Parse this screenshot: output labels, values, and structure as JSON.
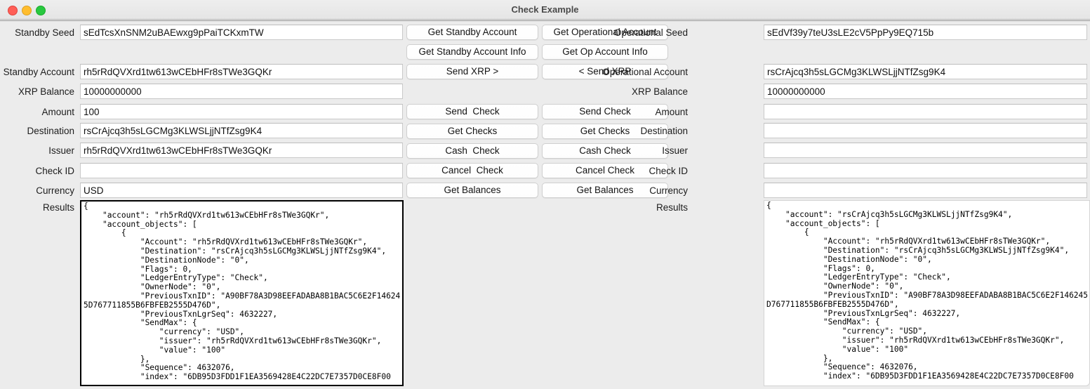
{
  "window": {
    "title": "Check Example",
    "controls": [
      "close",
      "minimize",
      "maximize"
    ]
  },
  "standby": {
    "seed_label": "Standby Seed",
    "seed_value": "sEdTcsXnSNM2uBAEwxg9pPaiTCKxmTW",
    "account_label": "Standby Account",
    "account_value": "rh5rRdQVXrd1tw613wCEbHFr8sTWe3GQKr",
    "balance_label": "XRP Balance",
    "balance_value": "10000000000",
    "amount_label": "Amount",
    "amount_value": "100",
    "destination_label": "Destination",
    "destination_value": "rsCrAjcq3h5sLGCMg3KLWSLjjNTfZsg9K4",
    "issuer_label": "Issuer",
    "issuer_value": "rh5rRdQVXrd1tw613wCEbHFr8sTWe3GQKr",
    "checkid_label": "Check ID",
    "checkid_value": "",
    "currency_label": "Currency",
    "currency_value": "USD",
    "results_label": "Results",
    "results_value": "{\n    \"account\": \"rh5rRdQVXrd1tw613wCEbHFr8sTWe3GQKr\",\n    \"account_objects\": [\n        {\n            \"Account\": \"rh5rRdQVXrd1tw613wCEbHFr8sTWe3GQKr\",\n            \"Destination\": \"rsCrAjcq3h5sLGCMg3KLWSLjjNTfZsg9K4\",\n            \"DestinationNode\": \"0\",\n            \"Flags\": 0,\n            \"LedgerEntryType\": \"Check\",\n            \"OwnerNode\": \"0\",\n            \"PreviousTxnID\": \"A90BF78A3D98EEFADABA8B1BAC5C6E2F146245D767711855B6FBFEB2555D476D\",\n            \"PreviousTxnLgrSeq\": 4632227,\n            \"SendMax\": {\n                \"currency\": \"USD\",\n                \"issuer\": \"rh5rRdQVXrd1tw613wCEbHFr8sTWe3GQKr\",\n                \"value\": \"100\"\n            },\n            \"Sequence\": 4632076,\n            \"index\": \"6DB95D3FDD1F1EA3569428E4C22DC7E7357D0CE8F00"
  },
  "operational": {
    "seed_label": "Operational Seed",
    "seed_value": "sEdVf39y7teU3sLE2cV5PpPy9EQ715b",
    "account_label": "Operational Account",
    "account_value": "rsCrAjcq3h5sLGCMg3KLWSLjjNTfZsg9K4",
    "balance_label": "XRP Balance",
    "balance_value": "10000000000",
    "amount_label": "Amount",
    "amount_value": "",
    "destination_label": "Destination",
    "destination_value": "",
    "issuer_label": "Issuer",
    "issuer_value": "",
    "checkid_label": "Check ID",
    "checkid_value": "",
    "currency_label": "Currency",
    "currency_value": "",
    "results_label": "Results",
    "results_value": "{\n    \"account\": \"rsCrAjcq3h5sLGCMg3KLWSLjjNTfZsg9K4\",\n    \"account_objects\": [\n        {\n            \"Account\": \"rh5rRdQVXrd1tw613wCEbHFr8sTWe3GQKr\",\n            \"Destination\": \"rsCrAjcq3h5sLGCMg3KLWSLjjNTfZsg9K4\",\n            \"DestinationNode\": \"0\",\n            \"Flags\": 0,\n            \"LedgerEntryType\": \"Check\",\n            \"OwnerNode\": \"0\",\n            \"PreviousTxnID\": \"A90BF78A3D98EEFADABA8B1BAC5C6E2F146245D767711855B6FBFEB2555D476D\",\n            \"PreviousTxnLgrSeq\": 4632227,\n            \"SendMax\": {\n                \"currency\": \"USD\",\n                \"issuer\": \"rh5rRdQVXrd1tw613wCEbHFr8sTWe3GQKr\",\n                \"value\": \"100\"\n            },\n            \"Sequence\": 4632076,\n            \"index\": \"6DB95D3FDD1F1EA3569428E4C22DC7E7357D0CE8F00"
  },
  "buttons": {
    "left": [
      "Get Standby Account",
      "Get Standby Account Info",
      "Send XRP >",
      "Send  Check",
      "Get Checks",
      "Cash  Check",
      "Cancel  Check",
      "Get Balances"
    ],
    "right": [
      "Get Operational Account",
      "Get Op Account Info",
      "< Send XRP",
      "Send Check",
      "Get Checks",
      "Cash Check",
      "Cancel Check",
      "Get Balances"
    ]
  },
  "colors": {
    "window_bg": "#ececec",
    "titlebar_bg": "#eeeeee",
    "field_bg": "#ffffff",
    "focus_border": "#000000",
    "close": "#ff5f57",
    "minimize": "#ffbd2e",
    "maximize": "#28c840"
  }
}
